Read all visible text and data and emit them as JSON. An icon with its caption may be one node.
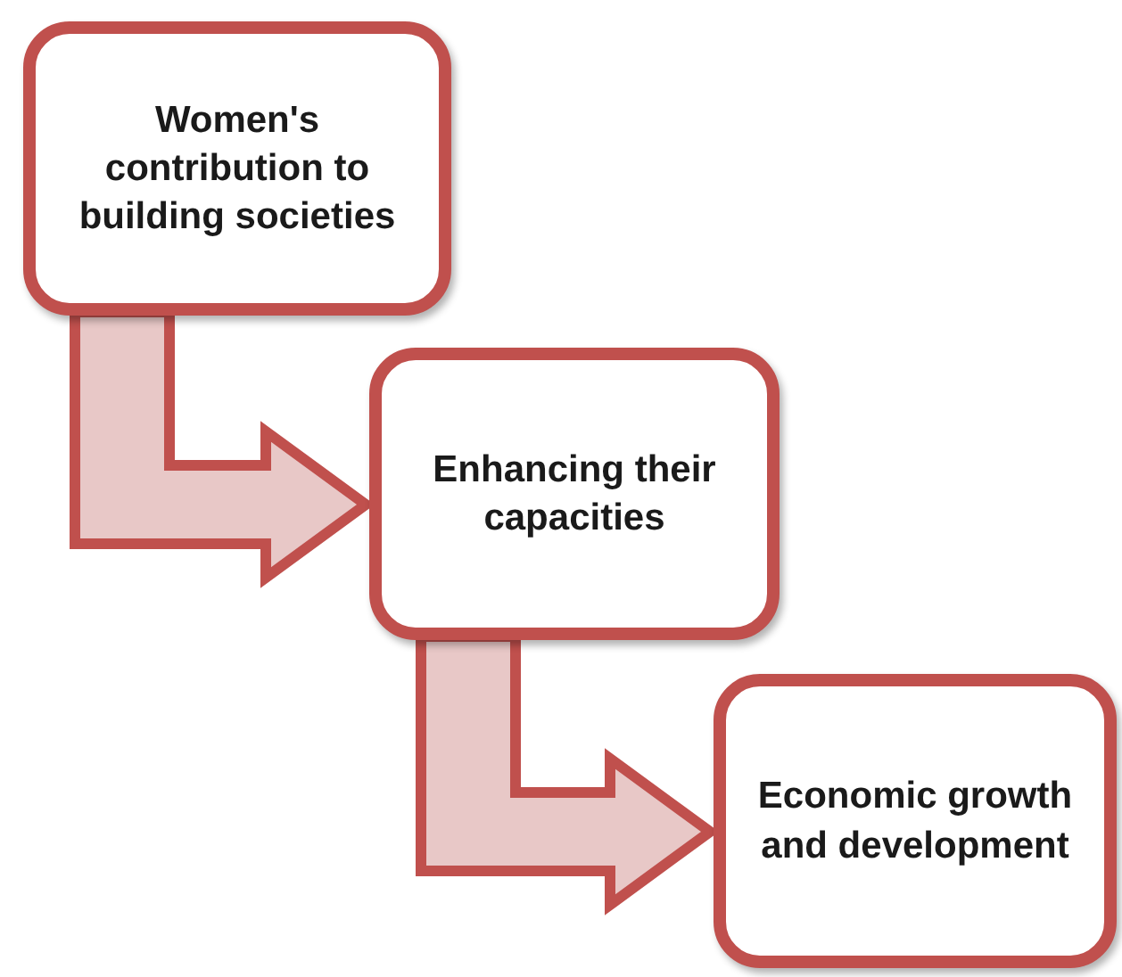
{
  "diagram": {
    "nodes": [
      {
        "text": [
          "Women's contribution to building societies"
        ]
      },
      {
        "text": [
          "Enhancing their capacities"
        ]
      },
      {
        "text": [
          "Economic growth and development"
        ]
      }
    ],
    "edges": [
      {
        "from": 0,
        "to": 1,
        "arrow": "to"
      },
      {
        "from": 1,
        "to": 2,
        "arrow": "to"
      }
    ]
  }
}
